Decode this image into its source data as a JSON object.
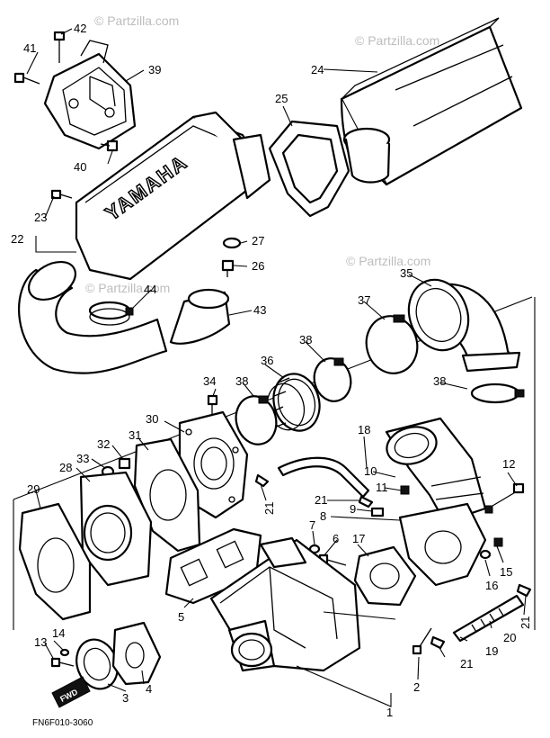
{
  "watermark": "© Partzilla.com",
  "brand_text": "YAMAHA",
  "drawing_code": "FN6F010-3060",
  "fwd_label": "FWD",
  "callouts": [
    "1",
    "2",
    "3",
    "4",
    "5",
    "6",
    "7",
    "8",
    "9",
    "10",
    "11",
    "12",
    "13",
    "14",
    "15",
    "16",
    "17",
    "18",
    "19",
    "20",
    "21",
    "22",
    "23",
    "24",
    "25",
    "26",
    "27",
    "28",
    "29",
    "30",
    "31",
    "32",
    "33",
    "34",
    "35",
    "36",
    "37",
    "38",
    "39",
    "40",
    "41",
    "42",
    "43",
    "44"
  ]
}
